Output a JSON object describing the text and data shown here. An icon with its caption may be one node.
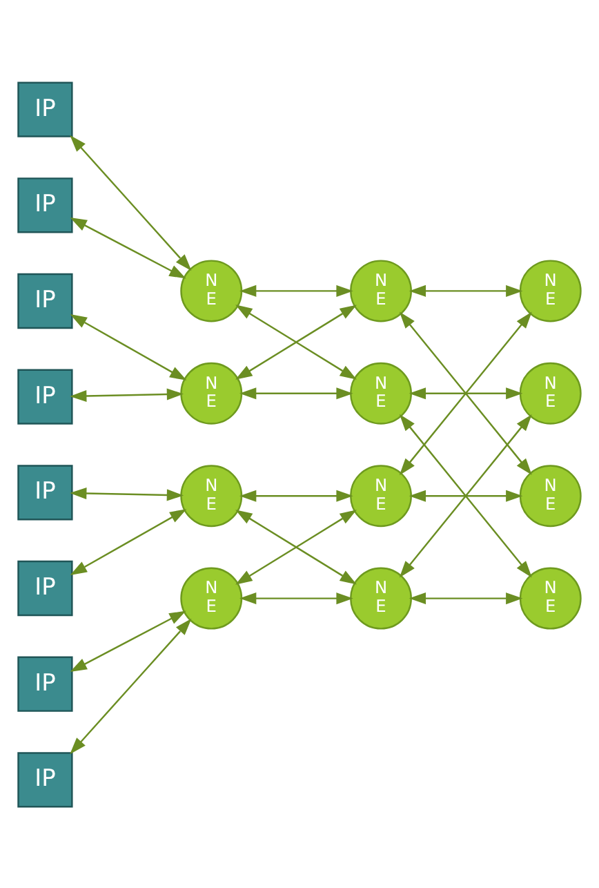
{
  "diagram": {
    "nodes": [
      {
        "text": [
          "IP"
        ]
      },
      {
        "text": [
          "IP"
        ]
      },
      {
        "text": [
          "IP"
        ]
      },
      {
        "text": [
          "IP"
        ]
      },
      {
        "text": [
          "IP"
        ]
      },
      {
        "text": [
          "IP"
        ]
      },
      {
        "text": [
          "IP"
        ]
      },
      {
        "text": [
          "IP"
        ]
      },
      {
        "text": [
          "N",
          "E"
        ]
      },
      {
        "text": [
          "N",
          "E"
        ]
      },
      {
        "text": [
          "N",
          "E"
        ]
      },
      {
        "text": [
          "N",
          "E"
        ]
      },
      {
        "text": [
          "N",
          "E"
        ]
      },
      {
        "text": [
          "N",
          "E"
        ]
      },
      {
        "text": [
          "N",
          "E"
        ]
      },
      {
        "text": [
          "N",
          "E"
        ]
      },
      {
        "text": [
          "N",
          "E"
        ]
      },
      {
        "text": [
          "N",
          "E"
        ]
      },
      {
        "text": [
          "N",
          "E"
        ]
      },
      {
        "text": [
          "N",
          "E"
        ]
      }
    ],
    "edges": [
      {
        "from": 0,
        "to": 8,
        "arrow": "both"
      },
      {
        "from": 1,
        "to": 8,
        "arrow": "both"
      },
      {
        "from": 2,
        "to": 9,
        "arrow": "both"
      },
      {
        "from": 3,
        "to": 9,
        "arrow": "both"
      },
      {
        "from": 4,
        "to": 10,
        "arrow": "both"
      },
      {
        "from": 5,
        "to": 10,
        "arrow": "both"
      },
      {
        "from": 6,
        "to": 11,
        "arrow": "both"
      },
      {
        "from": 7,
        "to": 11,
        "arrow": "both"
      },
      {
        "from": 8,
        "to": 12,
        "arrow": "both"
      },
      {
        "from": 8,
        "to": 13,
        "arrow": "both"
      },
      {
        "from": 9,
        "to": 12,
        "arrow": "both"
      },
      {
        "from": 9,
        "to": 13,
        "arrow": "both"
      },
      {
        "from": 10,
        "to": 14,
        "arrow": "both"
      },
      {
        "from": 10,
        "to": 15,
        "arrow": "both"
      },
      {
        "from": 11,
        "to": 14,
        "arrow": "both"
      },
      {
        "from": 11,
        "to": 15,
        "arrow": "both"
      },
      {
        "from": 12,
        "to": 16,
        "arrow": "both"
      },
      {
        "from": 12,
        "to": 18,
        "arrow": "both"
      },
      {
        "from": 13,
        "to": 17,
        "arrow": "both"
      },
      {
        "from": 13,
        "to": 19,
        "arrow": "both"
      },
      {
        "from": 14,
        "to": 18,
        "arrow": "both"
      },
      {
        "from": 14,
        "to": 16,
        "arrow": "both"
      },
      {
        "from": 15,
        "to": 19,
        "arrow": "both"
      },
      {
        "from": 15,
        "to": 17,
        "arrow": "both"
      }
    ]
  }
}
